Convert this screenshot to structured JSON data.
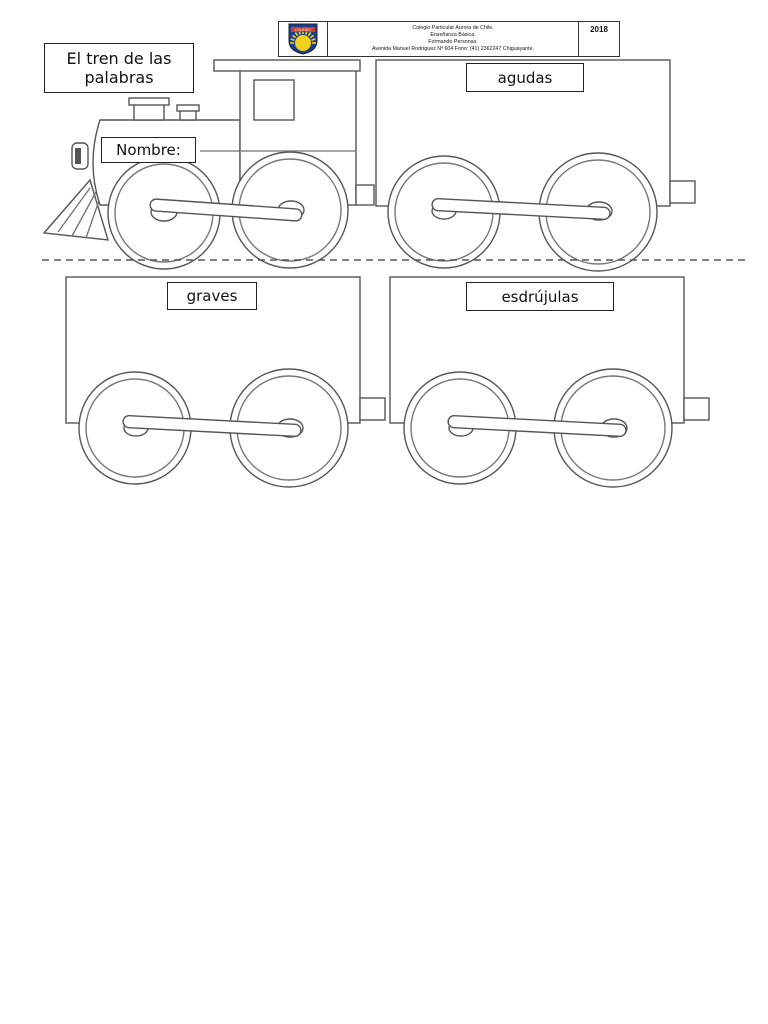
{
  "header": {
    "school_lines": [
      "Colegio Particular Aurora de Chile.",
      "Enseñanza Básica.",
      "Formando Personas.",
      "Avenida Manuel Rodríguez Nº 604 Fono: (41) 2362247 Chiguayante."
    ],
    "year": "2018",
    "logo_banner_text": "COLEGIO",
    "logo_colors": {
      "shield": "#1b3f8f",
      "sun": "#f2d21b",
      "banner": "#d23a2a"
    }
  },
  "worksheet": {
    "title": "El tren de las palabras",
    "name_label": "Nombre:"
  },
  "wagons": {
    "agudas": "agudas",
    "graves": "graves",
    "esdrujulas": "esdrújulas"
  }
}
